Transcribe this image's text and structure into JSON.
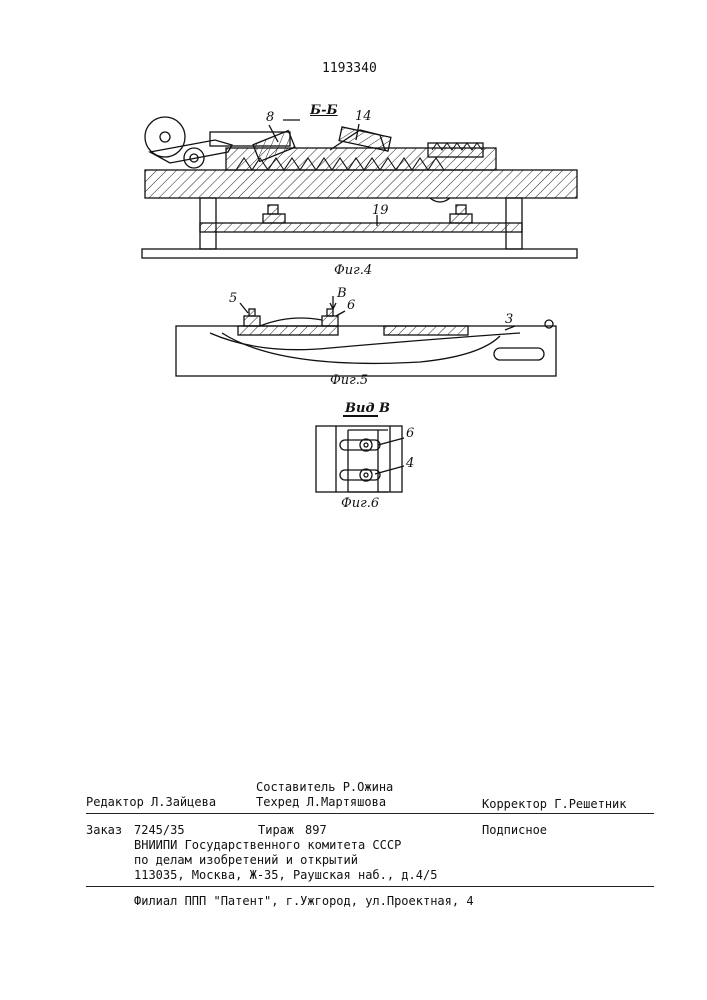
{
  "patent_number": "1193340",
  "figures": {
    "section_label": "Б-Б",
    "fig4": {
      "caption": "Фиг.4",
      "callouts": [
        "8",
        "14",
        "19"
      ]
    },
    "fig5": {
      "caption": "Фиг.5",
      "callouts": [
        "5",
        "В",
        "6",
        "3"
      ]
    },
    "fig6": {
      "title": "Вид В",
      "caption": "Фиг.6",
      "callouts": [
        "6",
        "4"
      ]
    }
  },
  "imprint": {
    "compiler": "Составитель Р.Ожина",
    "editor": "Редактор Л.Зайцева",
    "techred": "Техред Л.Мартяшова",
    "corrector": "Корректор Г.Решетник",
    "order_label": "Заказ",
    "order_number": "7245/35",
    "circulation_label": "Тираж",
    "circulation": "897",
    "subscription": "Подписное",
    "org_line1": "ВНИИПИ Государственного комитета  СССР",
    "org_line2": "по делам изобретений и открытий",
    "org_line3": "113035, Москва, Ж-35, Раушская наб., д.4/5",
    "branch": "Филиал ППП \"Патент\", г.Ужгород, ул.Проектная, 4"
  }
}
